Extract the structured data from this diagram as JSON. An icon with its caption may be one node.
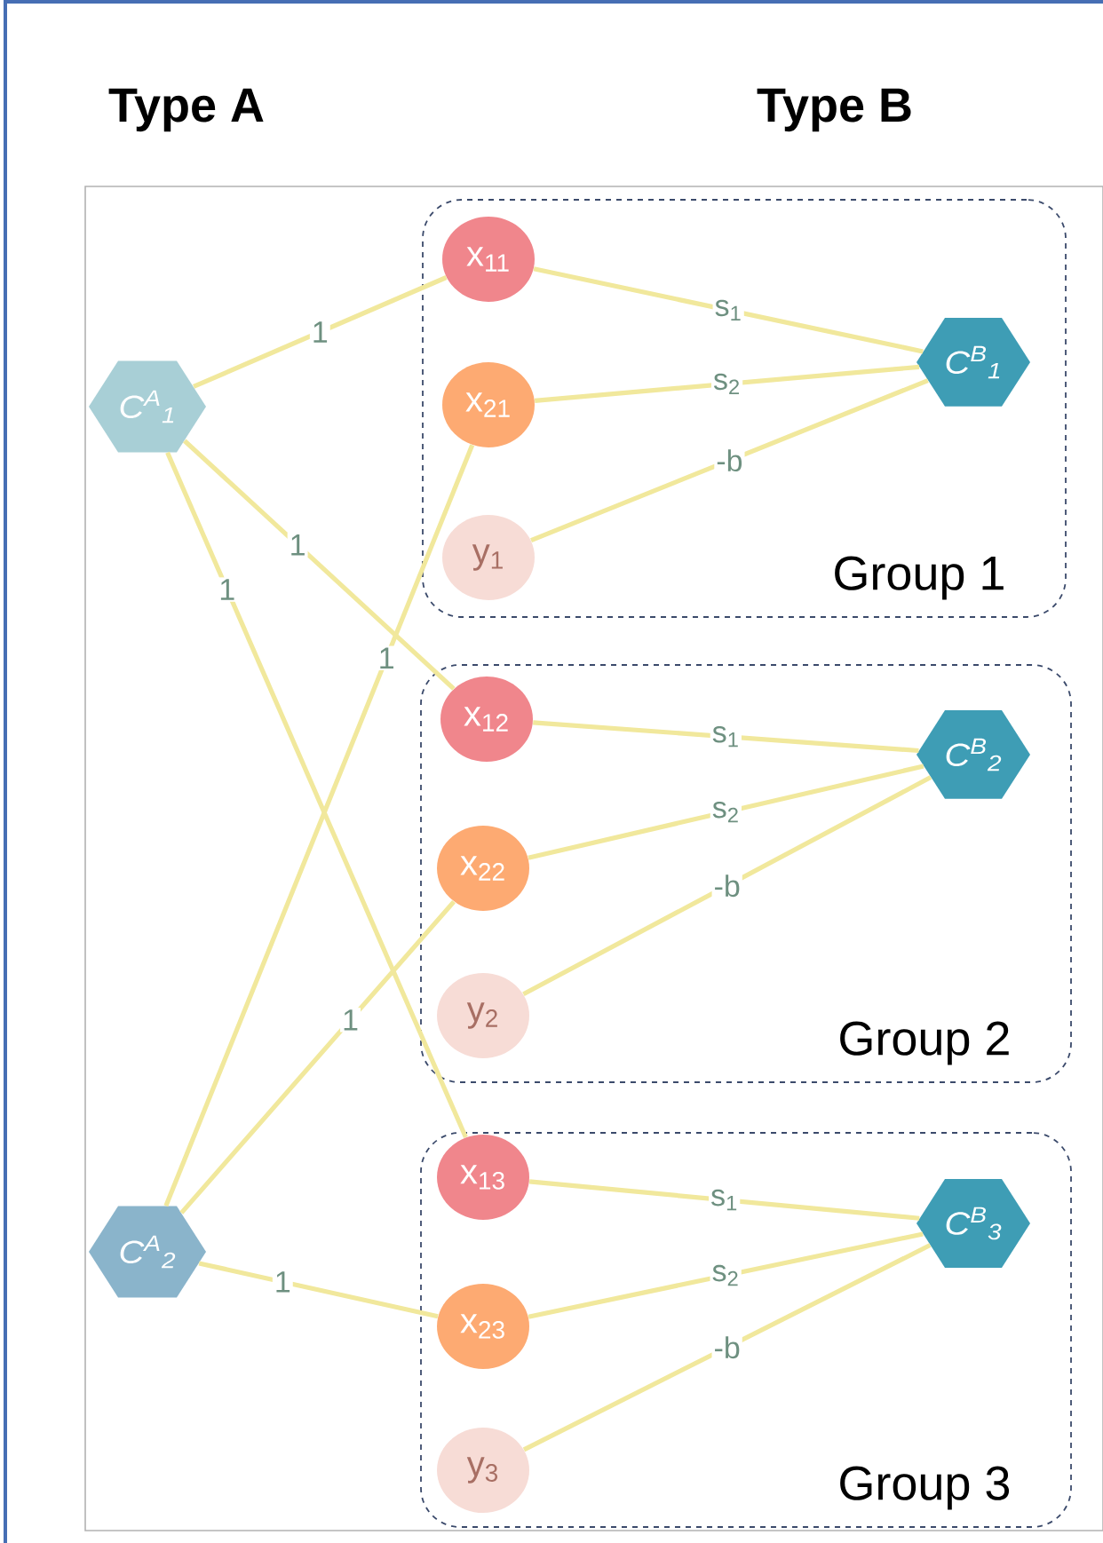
{
  "diagram": {
    "nodes": [
      {
        "text": [
          "C$^{A}$$_{1}$"
        ]
      },
      {
        "text": [
          "Group 1"
        ]
      },
      {
        "text": [
          "x$_{11}$"
        ],
        "in": 1
      },
      {
        "text": [
          "x$_{21}$"
        ],
        "in": 1
      },
      {
        "text": [
          "y$_{1}$"
        ],
        "in": 1
      },
      {
        "text": [
          "C$^{B}$$_{1}$"
        ],
        "in": 1
      },
      {
        "text": [
          "Group 2"
        ]
      },
      {
        "text": [
          "x$_{12}$"
        ],
        "in": 6
      },
      {
        "text": [
          "x$_{22}$"
        ],
        "in": 6
      },
      {
        "text": [
          "y$_{2}$"
        ],
        "in": 6
      },
      {
        "text": [
          "C$^{B}$$_{2}$"
        ],
        "in": 6
      },
      {
        "text": [
          "Group 3"
        ]
      },
      {
        "text": [
          "x$_{13}$"
        ],
        "in": 11
      },
      {
        "text": [
          "x$_{23}$"
        ],
        "in": 11
      },
      {
        "text": [
          "y$_{3}$"
        ],
        "in": 11
      },
      {
        "text": [
          "C$^{B}$$_{3}$"
        ],
        "in": 11
      },
      {
        "text": [
          "C$^{A}$$_{2}$"
        ]
      }
    ],
    "edges": [
      {
        "from": 0,
        "to": 2,
        "arrow": "none",
        "label": "1"
      },
      {
        "from": 0,
        "to": 7,
        "arrow": "none",
        "label": "1"
      },
      {
        "from": 0,
        "to": 12,
        "arrow": "none",
        "label": "1"
      },
      {
        "from": 16,
        "to": 3,
        "arrow": "none",
        "label": "1"
      },
      {
        "from": 16,
        "to": 8,
        "arrow": "none",
        "label": "1"
      },
      {
        "from": 16,
        "to": 13,
        "arrow": "none",
        "label": "1"
      },
      {
        "from": 2,
        "to": 5,
        "arrow": "none",
        "label": "s$_{1}$"
      },
      {
        "from": 3,
        "to": 5,
        "arrow": "none",
        "label": "s$_{2}$"
      },
      {
        "from": 4,
        "to": 5,
        "arrow": "none",
        "label": "-b"
      },
      {
        "from": 7,
        "to": 10,
        "arrow": "none",
        "label": "s$_{1}$"
      },
      {
        "from": 8,
        "to": 10,
        "arrow": "none",
        "label": "s$_{2}$"
      },
      {
        "from": 9,
        "to": 10,
        "arrow": "none",
        "label": "-b"
      },
      {
        "from": 12,
        "to": 15,
        "arrow": "none",
        "label": "s$_{1}$"
      },
      {
        "from": 13,
        "to": 15,
        "arrow": "none",
        "label": "s$_{2}$"
      },
      {
        "from": 14,
        "to": 15,
        "arrow": "none",
        "label": "-b"
      }
    ],
    "labels": [
      "Type A",
      "Type B"
    ]
  }
}
